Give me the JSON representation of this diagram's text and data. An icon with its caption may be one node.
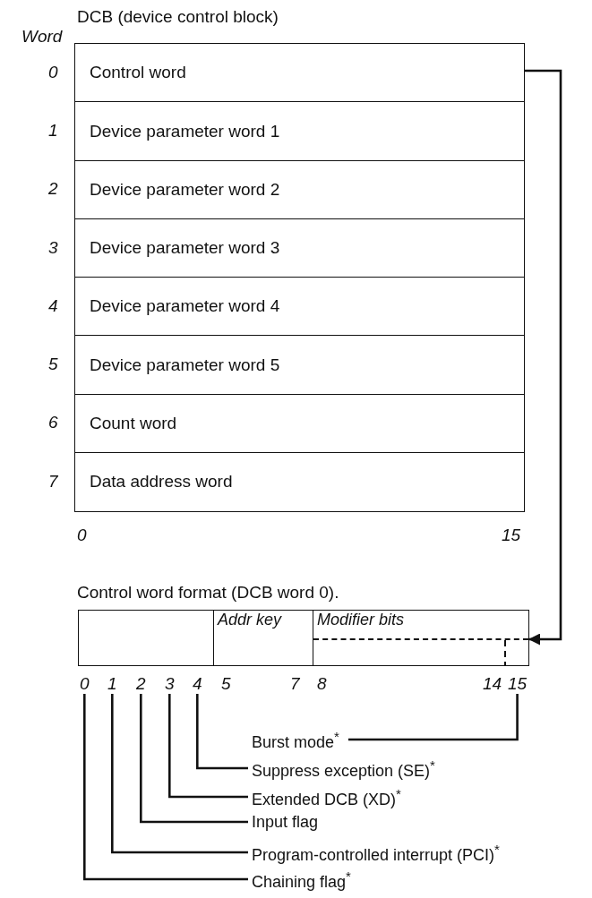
{
  "diagram": {
    "title": "DCB (device control block)",
    "nodes": [
      {
        "text": [
          "Control word"
        ]
      },
      {
        "text": [
          "Device parameter word 1"
        ]
      },
      {
        "text": [
          "Device parameter word 2"
        ]
      },
      {
        "text": [
          "Device parameter word 3"
        ]
      },
      {
        "text": [
          "Device parameter word 4"
        ]
      },
      {
        "text": [
          "Device parameter word 5"
        ]
      },
      {
        "text": [
          "Count word"
        ]
      },
      {
        "text": [
          "Data address word"
        ]
      },
      {
        "text": [],
        "shape": "box"
      },
      {
        "text": [
          "Addr key"
        ]
      },
      {
        "text": [
          "Modifier bits"
        ]
      },
      {
        "text": [],
        "shape": "box",
        "in": 10
      },
      {
        "text": [
          "0"
        ]
      },
      {
        "text": [
          "1"
        ]
      },
      {
        "text": [
          "2"
        ]
      },
      {
        "text": [
          "3"
        ]
      },
      {
        "text": [
          "4"
        ]
      },
      {
        "text": [
          "15"
        ]
      },
      {
        "text": [
          "Burst mode$^{*}$"
        ]
      },
      {
        "text": [
          "Suppress exception (SE)$^{*}$"
        ]
      },
      {
        "text": [
          "Extended DCB (XD)$^{*}$"
        ]
      },
      {
        "text": [
          "Input flag"
        ]
      },
      {
        "text": [
          "Program-controlled interrupt (PCI)$^{*}$"
        ]
      },
      {
        "text": [
          "Chaining flag$^{*}$"
        ]
      }
    ],
    "edges": [
      {
        "from": 0,
        "to": 11,
        "arrow": "to"
      },
      {
        "from": 18,
        "to": 17,
        "arrow": "none"
      },
      {
        "from": 19,
        "to": 16,
        "arrow": "none"
      },
      {
        "from": 20,
        "to": 15,
        "arrow": "none"
      },
      {
        "from": 21,
        "to": 14,
        "arrow": "none"
      },
      {
        "from": 22,
        "to": 13,
        "arrow": "none"
      },
      {
        "from": 23,
        "to": 12,
        "arrow": "none"
      }
    ],
    "labels": [
      "Word",
      "0",
      "1",
      "2",
      "3",
      "4",
      "5",
      "6",
      "7",
      "0",
      "15",
      "Control word format (DCB word 0).",
      "5",
      "7",
      "8",
      "14"
    ]
  }
}
